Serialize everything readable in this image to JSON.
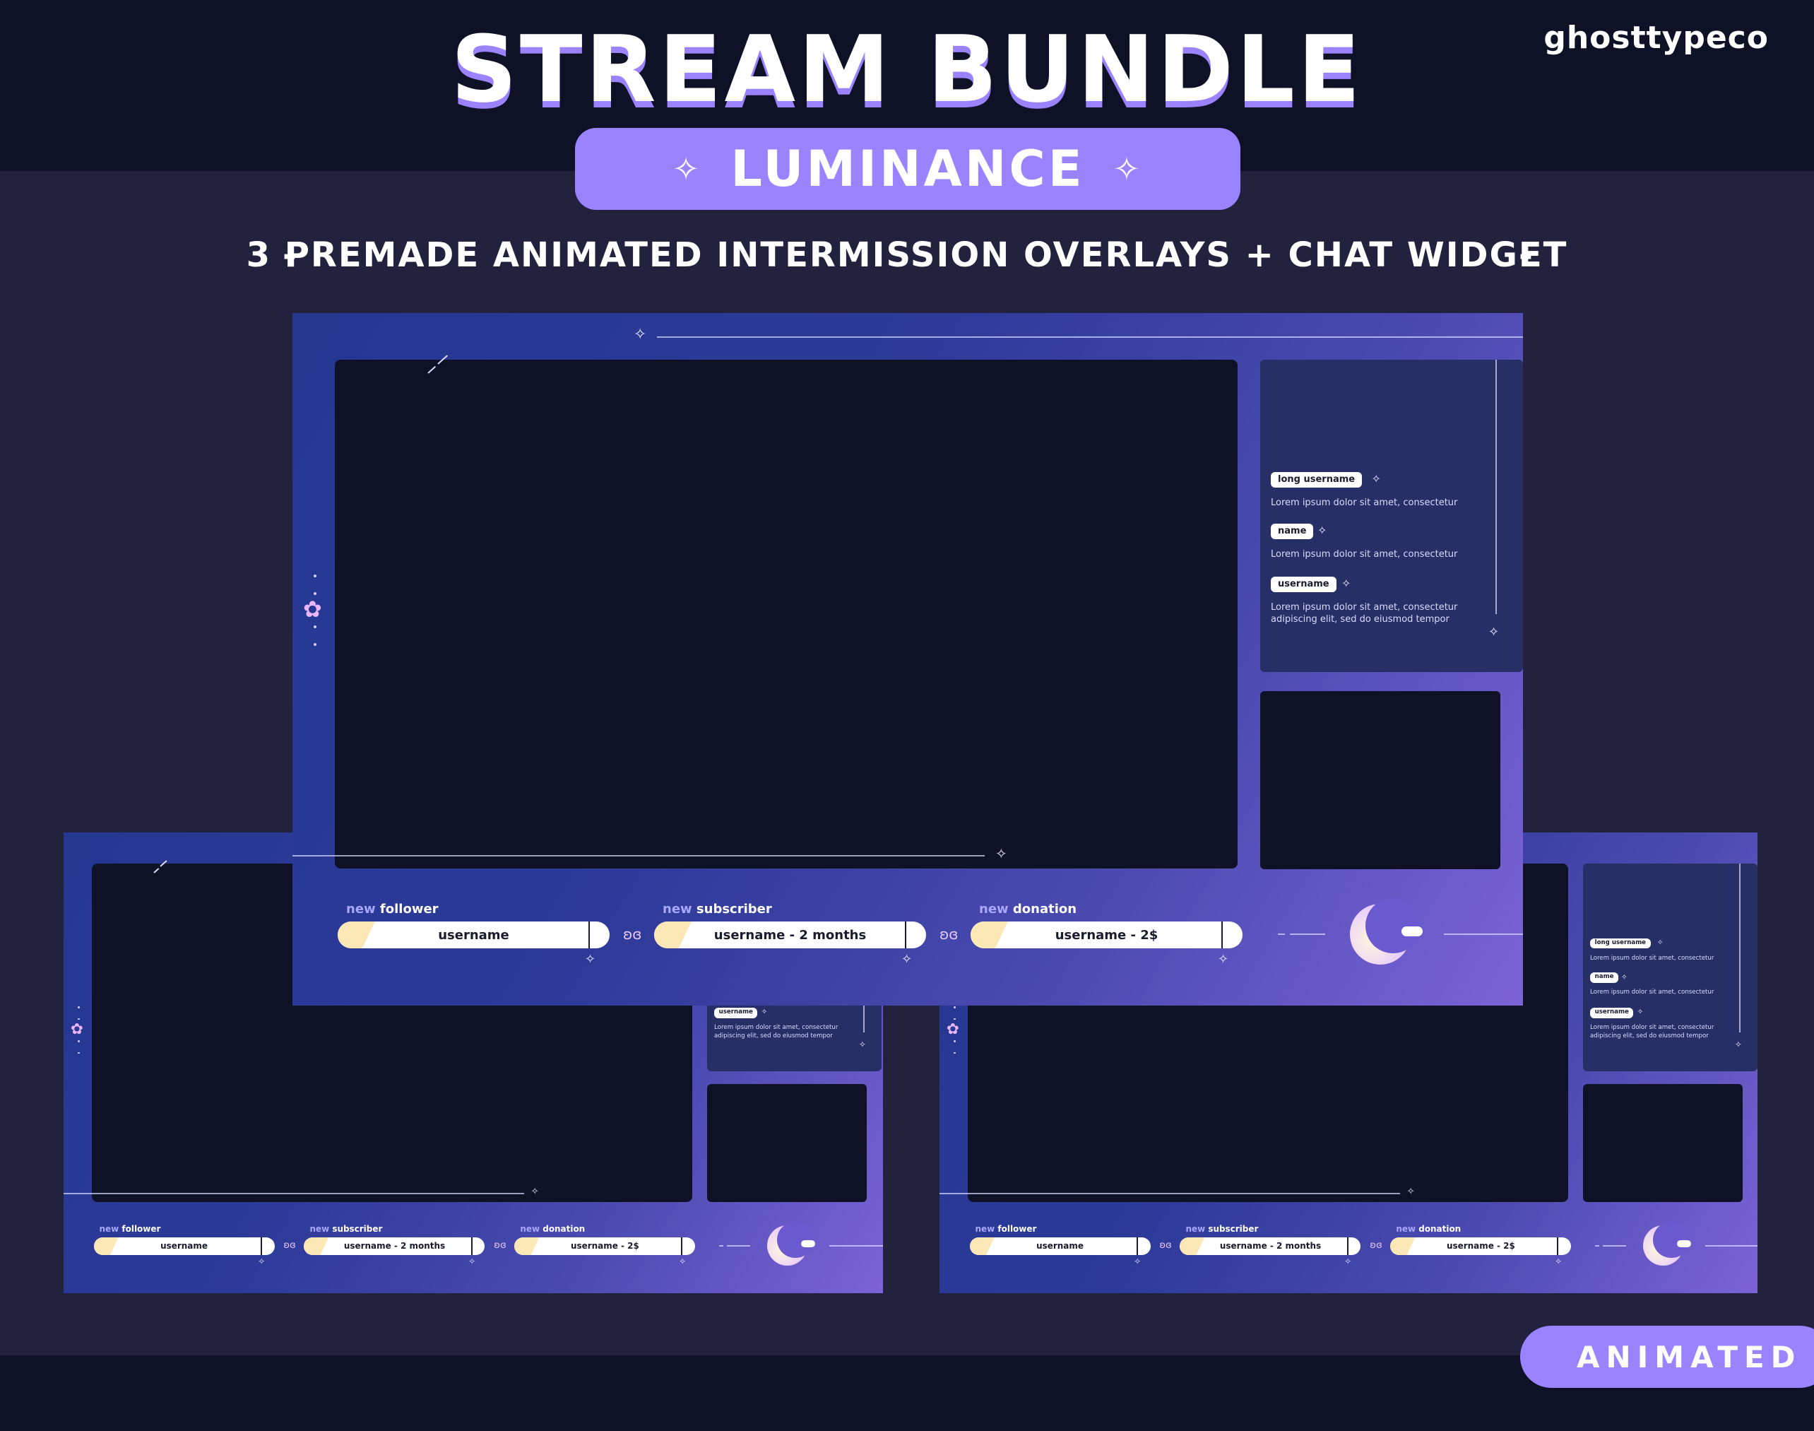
{
  "header": {
    "brand": "ghosttypeco",
    "title": "STREAM BUNDLE",
    "theme_name": "LUMINANCE",
    "subtitle": "3 PREMADE ANIMATED INTERMISSION OVERLAYS + CHAT WIDGET",
    "dash": "-"
  },
  "badge": {
    "label": "ANIMATED"
  },
  "overlay": {
    "alerts": [
      {
        "new": "new",
        "kind": "follower",
        "value": "username"
      },
      {
        "new": "new",
        "kind": "subscriber",
        "value": "username - 2 months"
      },
      {
        "new": "new",
        "kind": "donation",
        "value": "username - 2$"
      }
    ],
    "chat": [
      {
        "name": "long username",
        "text": "Lorem ipsum dolor sit amet, consectetur"
      },
      {
        "name": "name",
        "text": "Lorem ipsum dolor sit amet, consectetur"
      },
      {
        "name": "username",
        "text": "Lorem ipsum dolor sit amet, consectetur",
        "text2": "adipiscing elit, sed do eiusmod tempor"
      }
    ]
  },
  "colors": {
    "accent": "#9a83ff",
    "background": "#23223e",
    "dark_band": "#0f1126",
    "overlay_blue": "#2d3a98",
    "overlay_purple": "#7c63d6"
  },
  "icons": [
    "sparkle-icon",
    "flower-icon",
    "butterfly-icon",
    "moon-icon",
    "cloud-icon"
  ]
}
